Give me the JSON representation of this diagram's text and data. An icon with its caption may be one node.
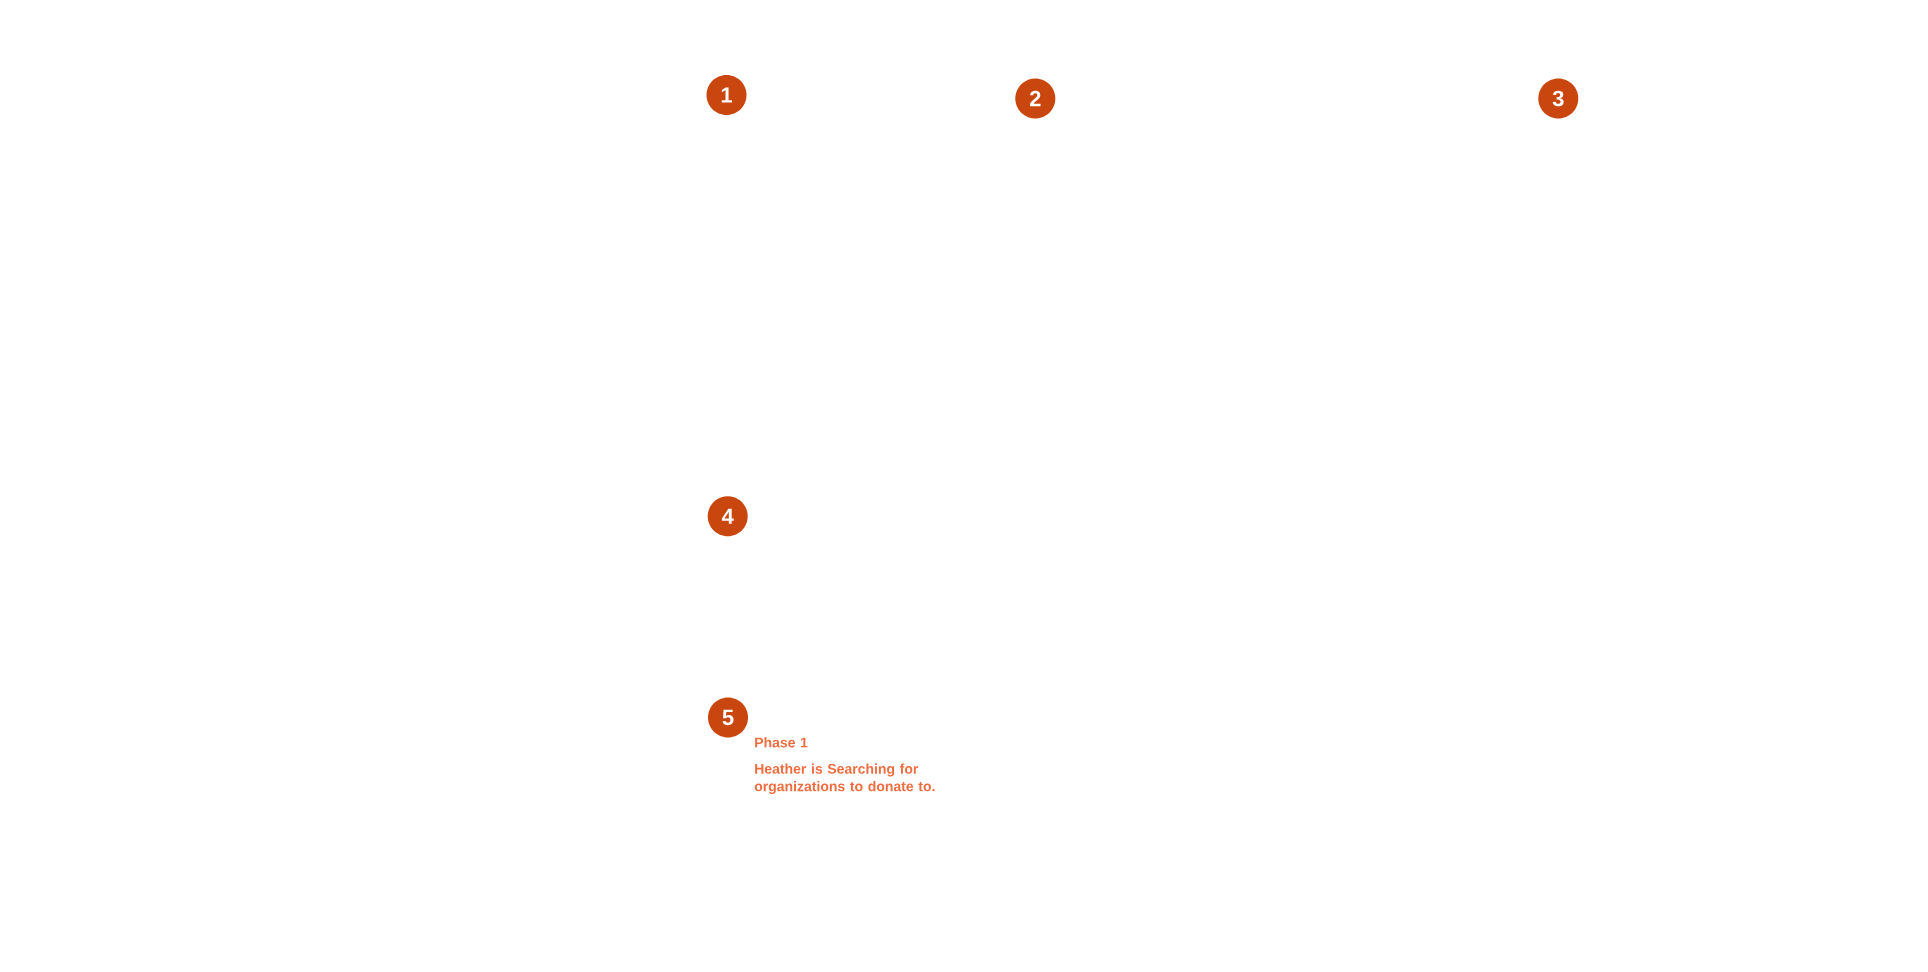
{
  "diagram": {
    "nodes": [
      {
        "text": [
          "1"
        ]
      },
      {
        "text": [
          "2"
        ]
      },
      {
        "text": [
          "3"
        ]
      },
      {
        "text": [
          "4"
        ]
      },
      {
        "text": [
          "5"
        ],
        "beside": [
          "Phase 1",
          "Heather is Searching for organizations to donate to."
        ]
      }
    ]
  }
}
